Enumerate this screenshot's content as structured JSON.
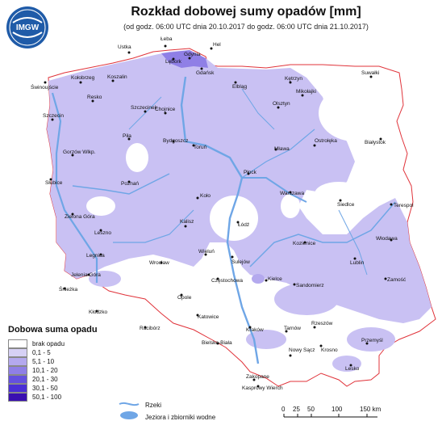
{
  "header": {
    "title": "Rozkład dobowej sumy opadów [mm]",
    "subtitle": "(od godz. 06:00 UTC dnia 20.10.2017 do godz. 06:00 UTC dnia 21.10.2017)"
  },
  "logo": {
    "text_top": "IMGW",
    "text_bottom": ""
  },
  "legend": {
    "title": "Dobowa suma opadu",
    "items": [
      {
        "label": "brak opadu",
        "color": "#ffffff"
      },
      {
        "label": "0,1 - 5",
        "color": "#d6d1f5"
      },
      {
        "label": "5,1 - 10",
        "color": "#b4a9ee"
      },
      {
        "label": "10,1 - 20",
        "color": "#8f7fe6"
      },
      {
        "label": "20,1 - 30",
        "color": "#6450df"
      },
      {
        "label": "30,1 - 50",
        "color": "#4a2fd6"
      },
      {
        "label": "50,1 - 100",
        "color": "#3a10b0"
      }
    ],
    "rivers": "Rzeki",
    "lakes": "Jeziora i zbiorniki wodne"
  },
  "scale": {
    "ticks": [
      "0",
      "25",
      "50",
      "100",
      "150 km"
    ]
  },
  "colors": {
    "border": "#e0333a",
    "rivers": "#6fa6e6",
    "precip_light": "#c9c1f3"
  },
  "cities": [
    "Łeba",
    "Hel",
    "Ustka",
    "Gdynia",
    "Lębork",
    "Gdańsk",
    "Kołobrzeg",
    "Koszalin",
    "Świnoujście",
    "Elbląg",
    "Kętrzyn",
    "Suwałki",
    "Resko",
    "Szczecinek",
    "Mikołajki",
    "Olsztyn",
    "Chojnice",
    "Szczecin",
    "Białystok",
    "Piła",
    "Bydgoszcz",
    "Toruń",
    "Ostrołęka",
    "Mława",
    "Gorzów Wlkp.",
    "Płock",
    "Słubice",
    "Poznań",
    "Warszawa",
    "Siedlce",
    "Koło",
    "Terespol",
    "Zielona Góra",
    "Łódź",
    "Kalisz",
    "Leszno",
    "Włodawa",
    "Kozienice",
    "Legnica",
    "Wieluń",
    "Sulejów",
    "Wrocław",
    "Lublin",
    "Jelenia Góra",
    "Zamość",
    "Śnieżka",
    "Częstochowa",
    "Kielce",
    "Sandomierz",
    "Opole",
    "Kłodzko",
    "Katowice",
    "Racibórz",
    "Kraków",
    "Tarnów",
    "Rzeszów",
    "Przemyśl",
    "Bielsko-Biała",
    "Nowy Sącz",
    "Krosno",
    "Lesko",
    "Zakopane",
    "Kasprowy Wierch"
  ]
}
